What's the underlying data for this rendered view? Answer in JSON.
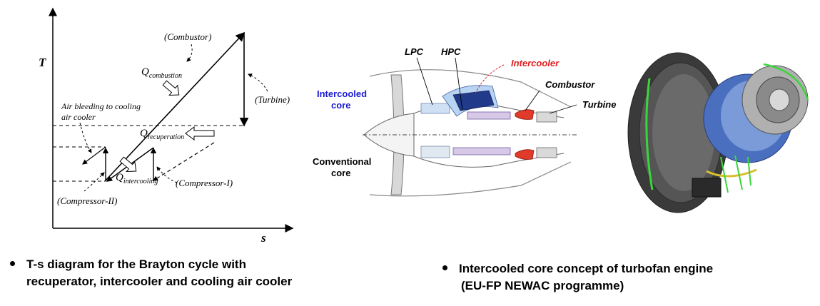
{
  "ts_diagram": {
    "axis_y": "T",
    "axis_x": "s",
    "labels": {
      "combustor": "(Combustor)",
      "q_combustion_main": "Q",
      "q_combustion_sub": "combustion",
      "turbine": "(Turbine)",
      "air_bleeding_1": "Air bleeding to cooling",
      "air_bleeding_2": "air cooler",
      "q_recuperation_main": "Q",
      "q_recuperation_sub": "recuperation",
      "q_intercooling_main": "Q",
      "q_intercooling_sub": "intercooling",
      "compressor_1": "(Compressor-I)",
      "compressor_2": "(Compressor-II)"
    }
  },
  "engine_diagram": {
    "lpc": "LPC",
    "hpc": "HPC",
    "intercooler": "Intercooler",
    "combustor": "Combustor",
    "turbine": "Turbine",
    "intercooled_core_1": "Intercooled",
    "intercooled_core_2": "core",
    "conventional_core_1": "Conventional",
    "conventional_core_2": "core",
    "colors": {
      "intercooled": "#1a1ad6",
      "intercooler": "#e02020"
    }
  },
  "captions": {
    "left_line1": "T-s diagram for the Brayton cycle with",
    "left_line2": "recuperator, intercooler and cooling air cooler",
    "right_line1": "Intercooled core concept of turbofan engine",
    "right_line2": "(EU-FP NEWAC programme)"
  }
}
